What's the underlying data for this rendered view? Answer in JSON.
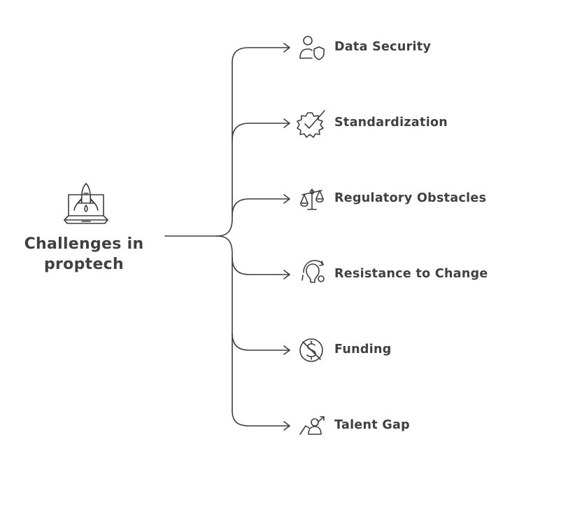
{
  "root": {
    "title_line1": "Challenges in",
    "title_line2": "proptech",
    "icon": "laptop-rocket-icon"
  },
  "branches": [
    {
      "label": "Data Security",
      "icon": "user-shield-icon"
    },
    {
      "label": "Standardization",
      "icon": "gear-check-icon"
    },
    {
      "label": "Regulatory Obstacles",
      "icon": "scales-icon"
    },
    {
      "label": "Resistance to Change",
      "icon": "lightbulb-refresh-icon"
    },
    {
      "label": "Funding",
      "icon": "no-dollar-icon"
    },
    {
      "label": "Talent Gap",
      "icon": "person-growth-icon"
    }
  ],
  "colors": {
    "stroke": "#3d3d3d",
    "text": "#404040",
    "background": "#ffffff"
  }
}
